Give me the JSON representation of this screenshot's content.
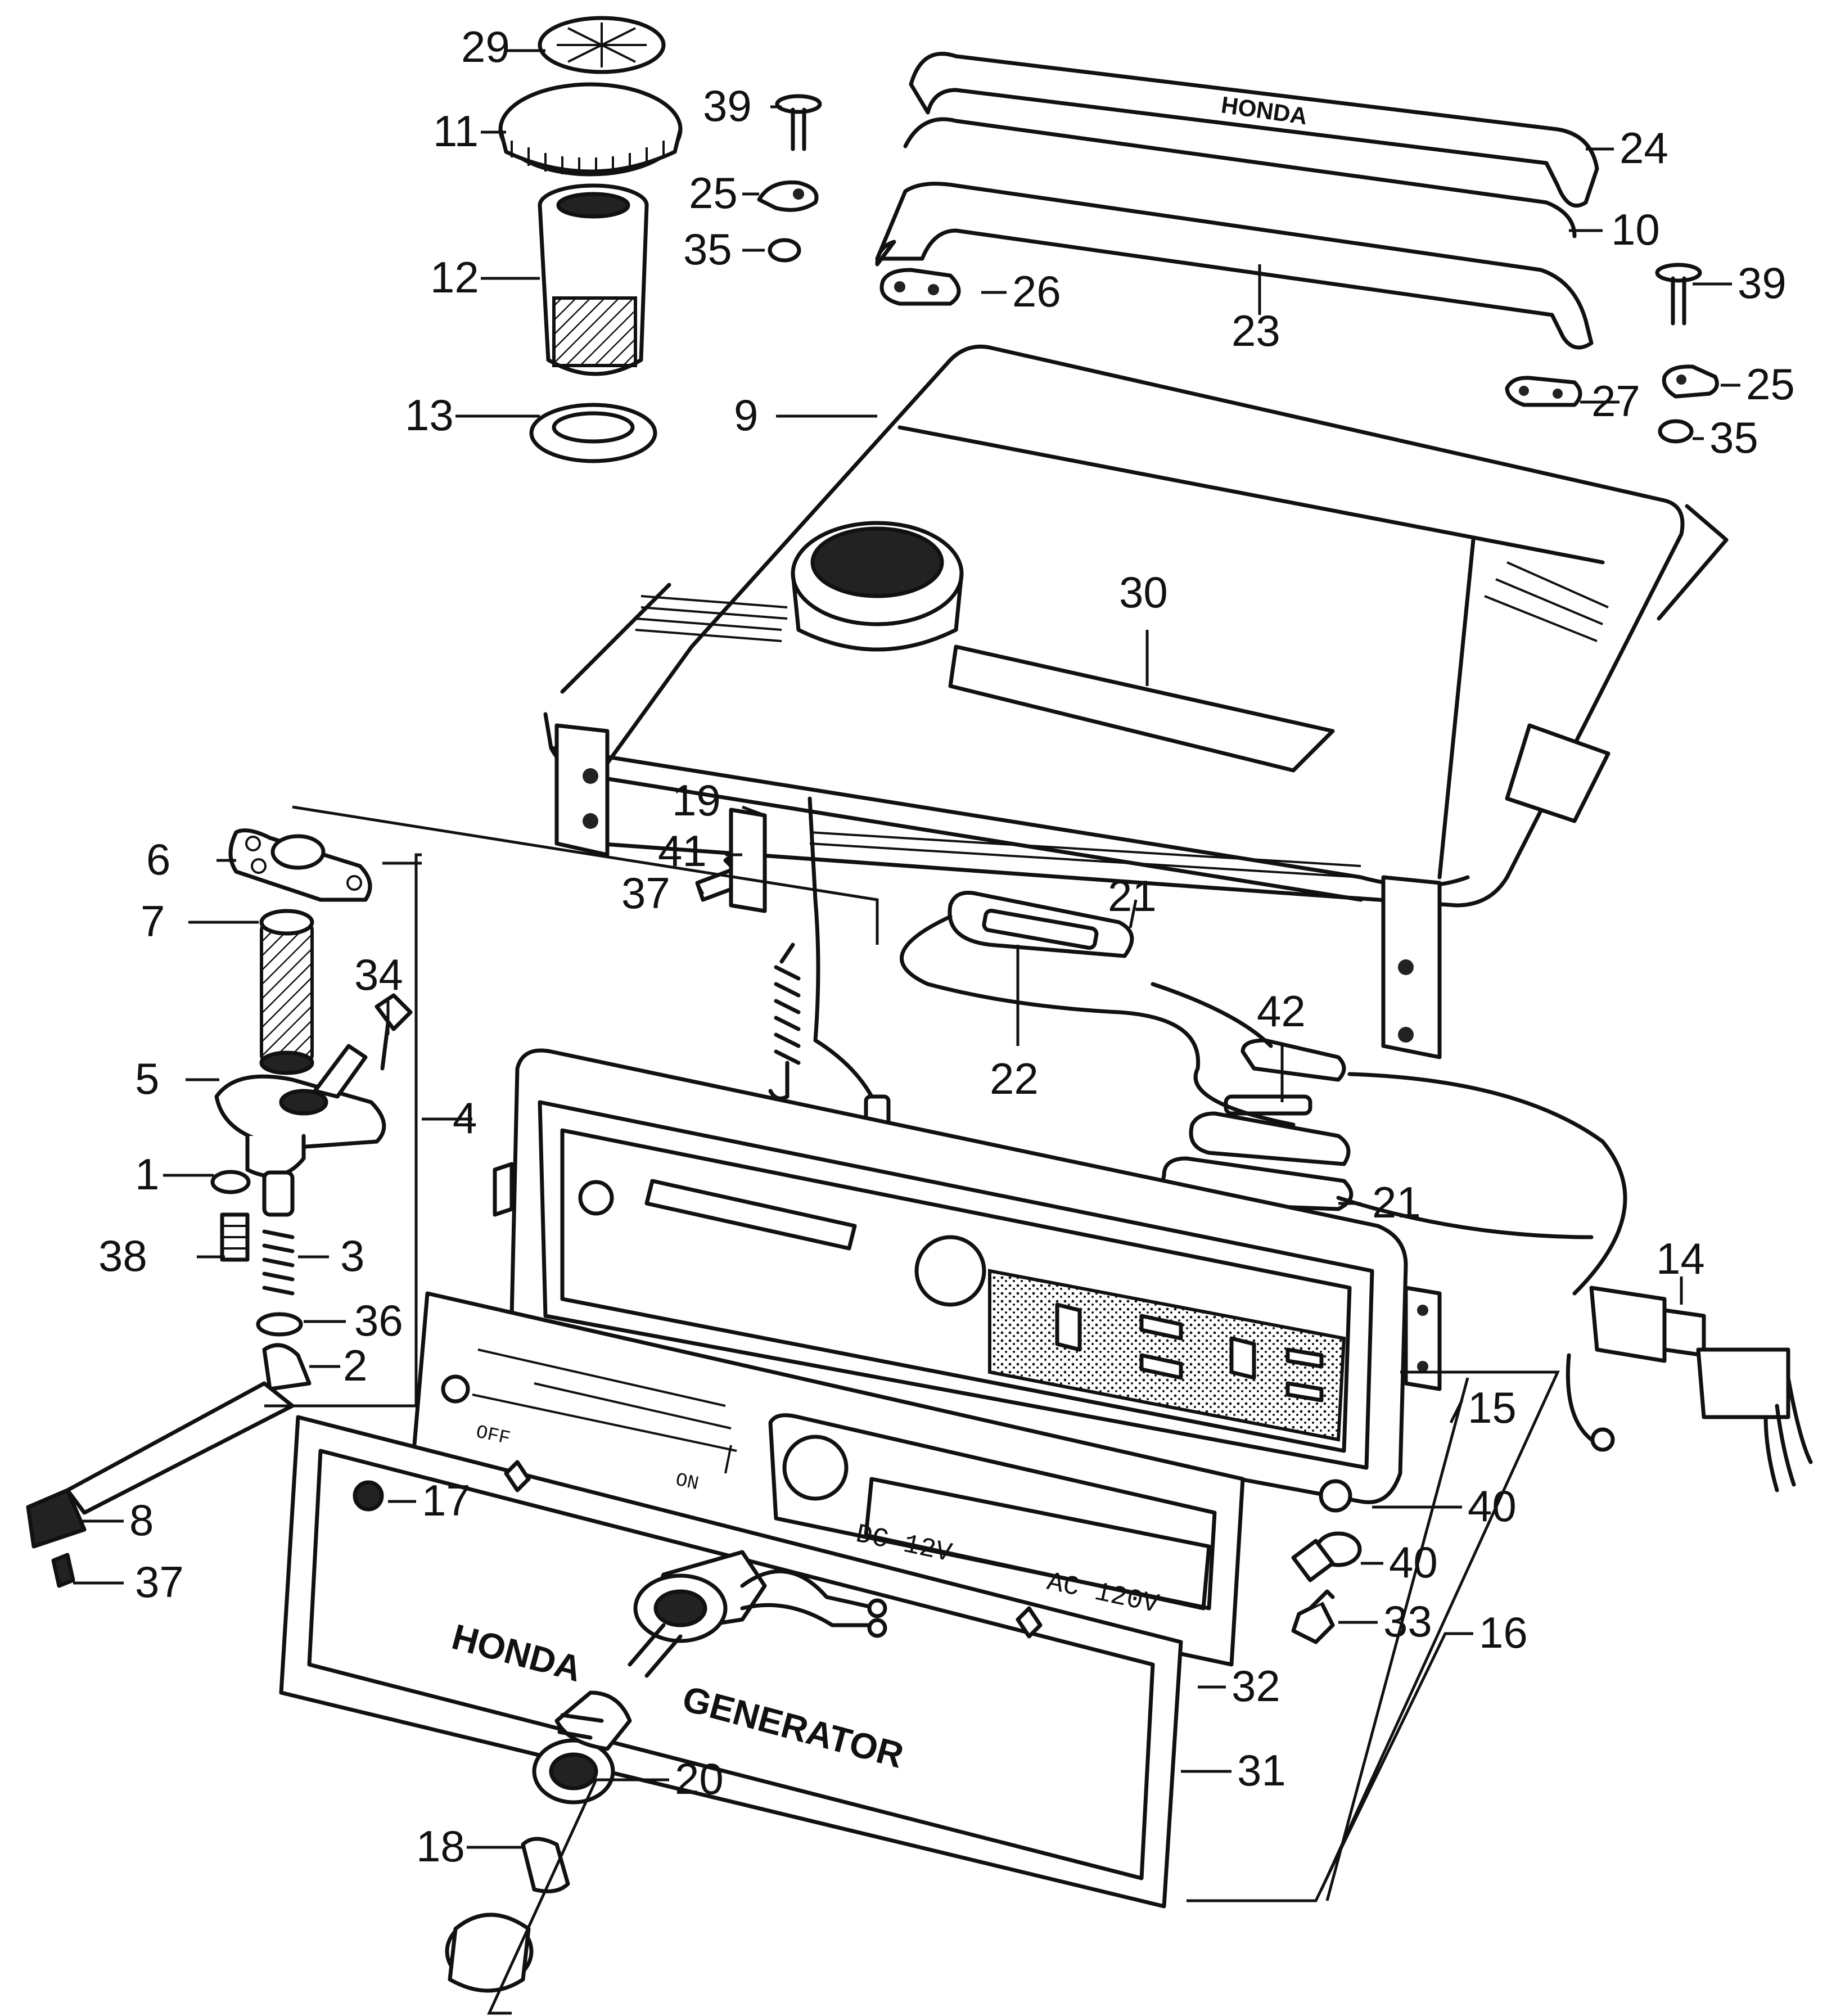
{
  "diagram": {
    "part_numbers": [
      "1",
      "2",
      "3",
      "4",
      "5",
      "6",
      "7",
      "8",
      "9",
      "10",
      "11",
      "12",
      "13",
      "14",
      "15",
      "16",
      "17",
      "18",
      "19",
      "20",
      "21",
      "22",
      "23",
      "24",
      "25",
      "26",
      "27",
      "29",
      "30",
      "31",
      "32",
      "33",
      "34",
      "35",
      "36",
      "37",
      "38",
      "39",
      "40",
      "41",
      "42"
    ],
    "markings": {
      "handle_brand": "HONDA",
      "bezel_brand": "HONDA",
      "bezel_product": "GENERATOR",
      "panel_dc": "DC 12V",
      "panel_ac": "AC 120V",
      "switch_off": "OFF",
      "switch_on": "ON"
    }
  }
}
